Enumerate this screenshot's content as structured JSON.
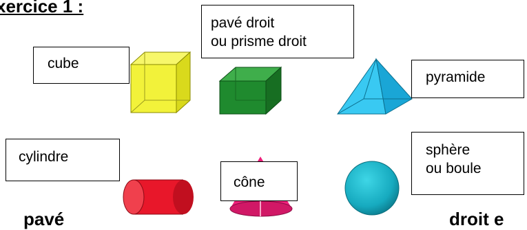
{
  "title": "xercice 1 :",
  "labels": {
    "cube": "cube",
    "pave_line1": "pavé droit",
    "pave_line2": "ou prisme droit",
    "pyramide": "pyramide",
    "cylindre": "cylindre",
    "cone": "cône",
    "sphere_line1": "sphère",
    "sphere_line2": "ou boule"
  },
  "shape_icons": [
    "cube-icon",
    "rectangular-prism-icon",
    "pyramid-icon",
    "cylinder-icon",
    "cone-icon",
    "sphere-icon"
  ],
  "colors": {
    "cube": "#f2f23a",
    "prism": "#1f8a2e",
    "pyramid": "#2ec4ee",
    "cylinder": "#e8172a",
    "cone": "#ee1f7a",
    "sphere": "#19b3c9"
  },
  "bottom_fragments": {
    "left": "pavé",
    "right": "droit e"
  }
}
